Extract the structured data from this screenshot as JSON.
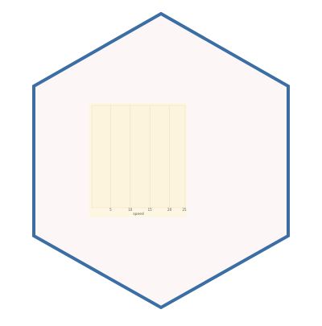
{
  "chart_data": {
    "type": "bar",
    "title": "",
    "xlabel": "speed",
    "ylabel": "",
    "xlim": [
      0,
      25
    ],
    "x_ticks": [
      "5",
      "10",
      "15",
      "20",
      "25"
    ],
    "categories": [],
    "values": [],
    "grid": true,
    "legend": "none"
  },
  "colors": {
    "hexagon_outline": "#3a6ea5",
    "hexagon_fill": "#fdf6f6",
    "panel_background": "#fdf6e3",
    "plot_background": "#fcf4dc",
    "grid_line": "#ece1c4",
    "panel_border": "#efe4c6"
  }
}
